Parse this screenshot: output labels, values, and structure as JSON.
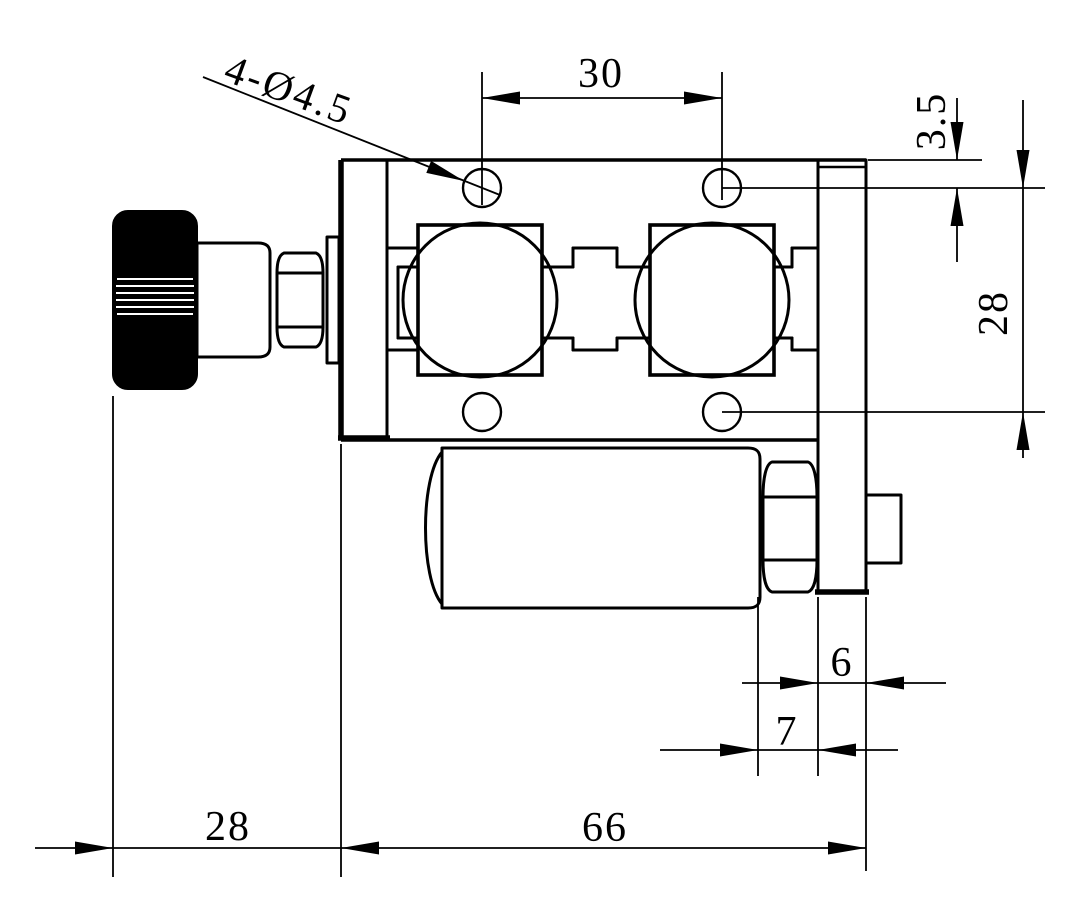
{
  "drawing": {
    "kind": "mechanical-part-front-view",
    "units_implied": "mm",
    "background_color": "#ffffff",
    "line_color": "#000000",
    "knob_fill_color": "#000000"
  },
  "callout": {
    "hole_spec": "4-Ø4.5"
  },
  "dims": {
    "top_hole_spacing": "30",
    "edge_to_hole": "3.5",
    "hole_row_spacing": "28",
    "plate_thickness": "6",
    "nut_to_plate": "7",
    "knob_to_body": "28",
    "body_overall": "66"
  }
}
